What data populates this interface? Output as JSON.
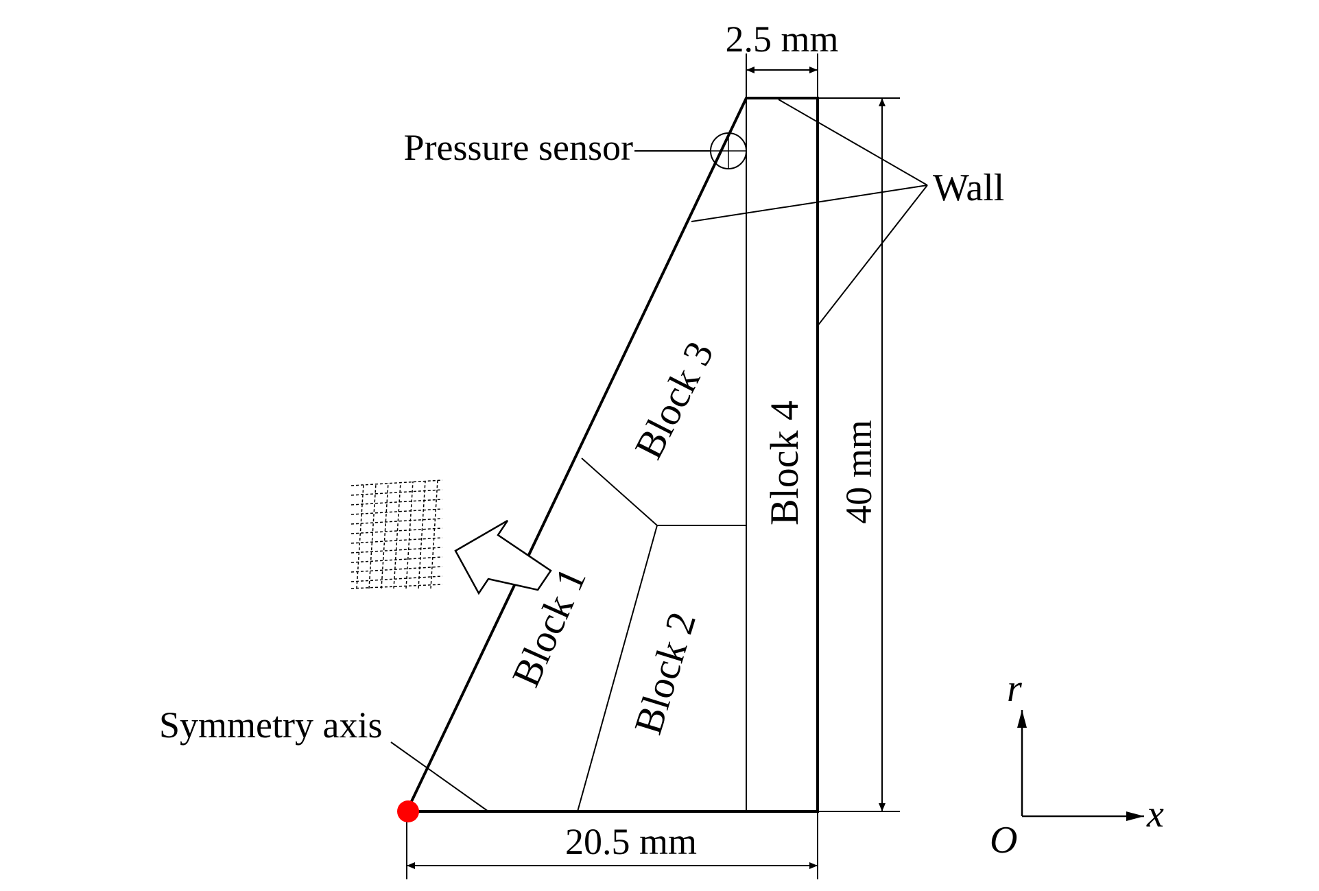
{
  "labels": {
    "dim_top": "2.5 mm",
    "dim_bottom": "20.5 mm",
    "dim_right": "40 mm",
    "pressure_sensor": "Pressure sensor",
    "wall": "Wall",
    "symmetry_axis": "Symmetry axis",
    "block1": "Block 1",
    "block2": "Block 2",
    "block3": "Block 3",
    "block4": "Block 4"
  },
  "axes": {
    "x": "x",
    "r": "r",
    "origin": "O"
  },
  "colors": {
    "line": "#000000",
    "marker": "#ff0000",
    "background": "#ffffff"
  }
}
